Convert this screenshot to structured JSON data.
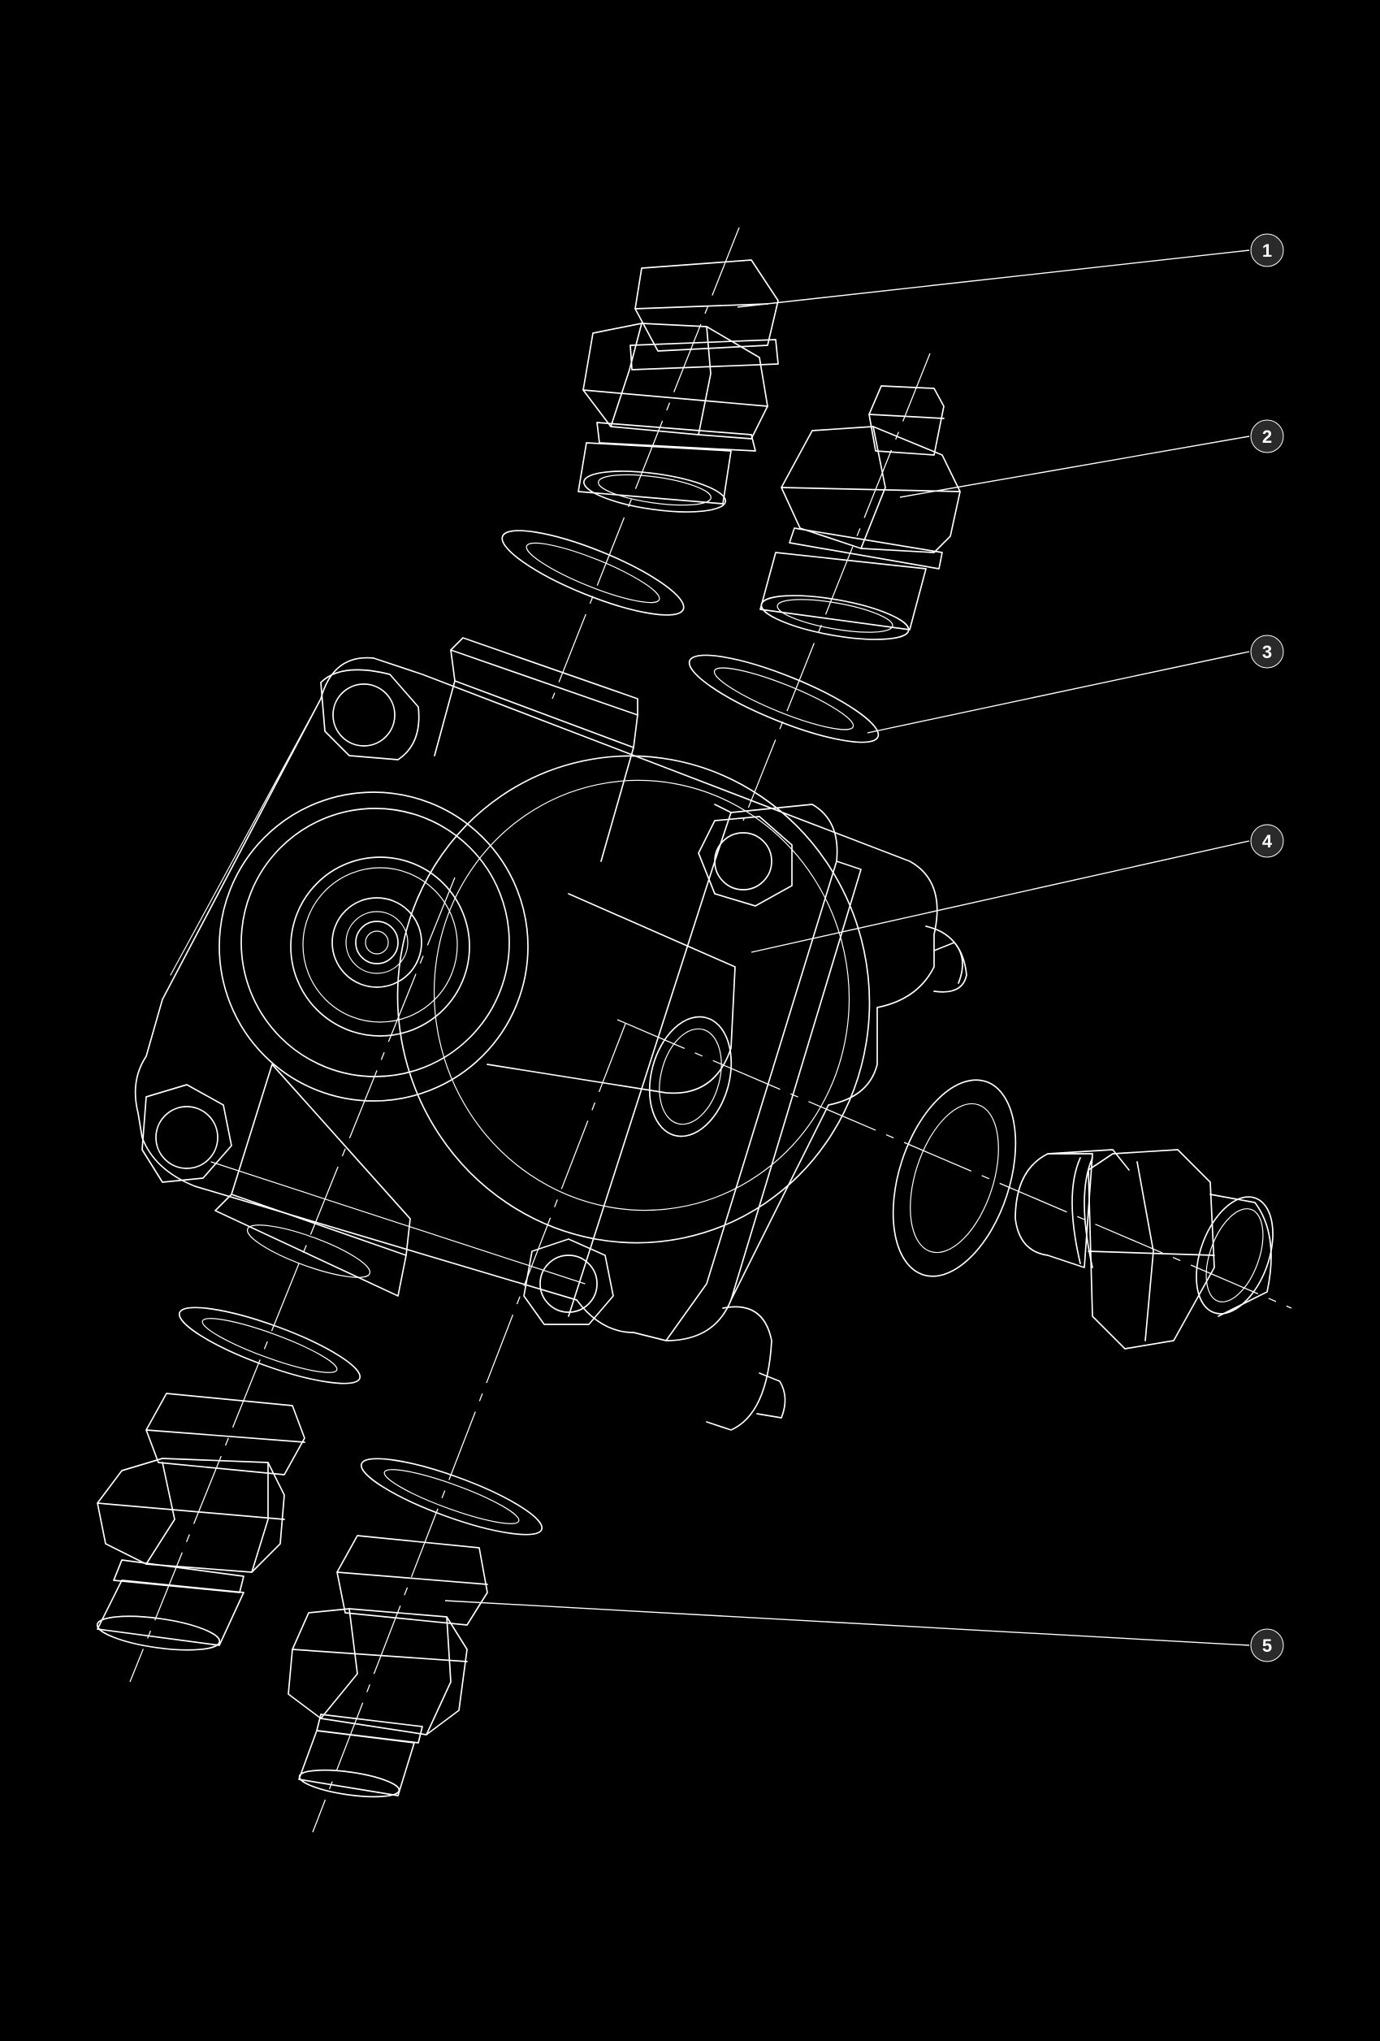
{
  "callouts": [
    {
      "id": "1",
      "label": "1"
    },
    {
      "id": "2",
      "label": "2"
    },
    {
      "id": "3",
      "label": "3"
    },
    {
      "id": "4",
      "label": "4"
    },
    {
      "id": "5",
      "label": "5"
    }
  ],
  "colors": {
    "background": "#000000",
    "line": "#ffffff",
    "badge": "#2a2a2a"
  }
}
